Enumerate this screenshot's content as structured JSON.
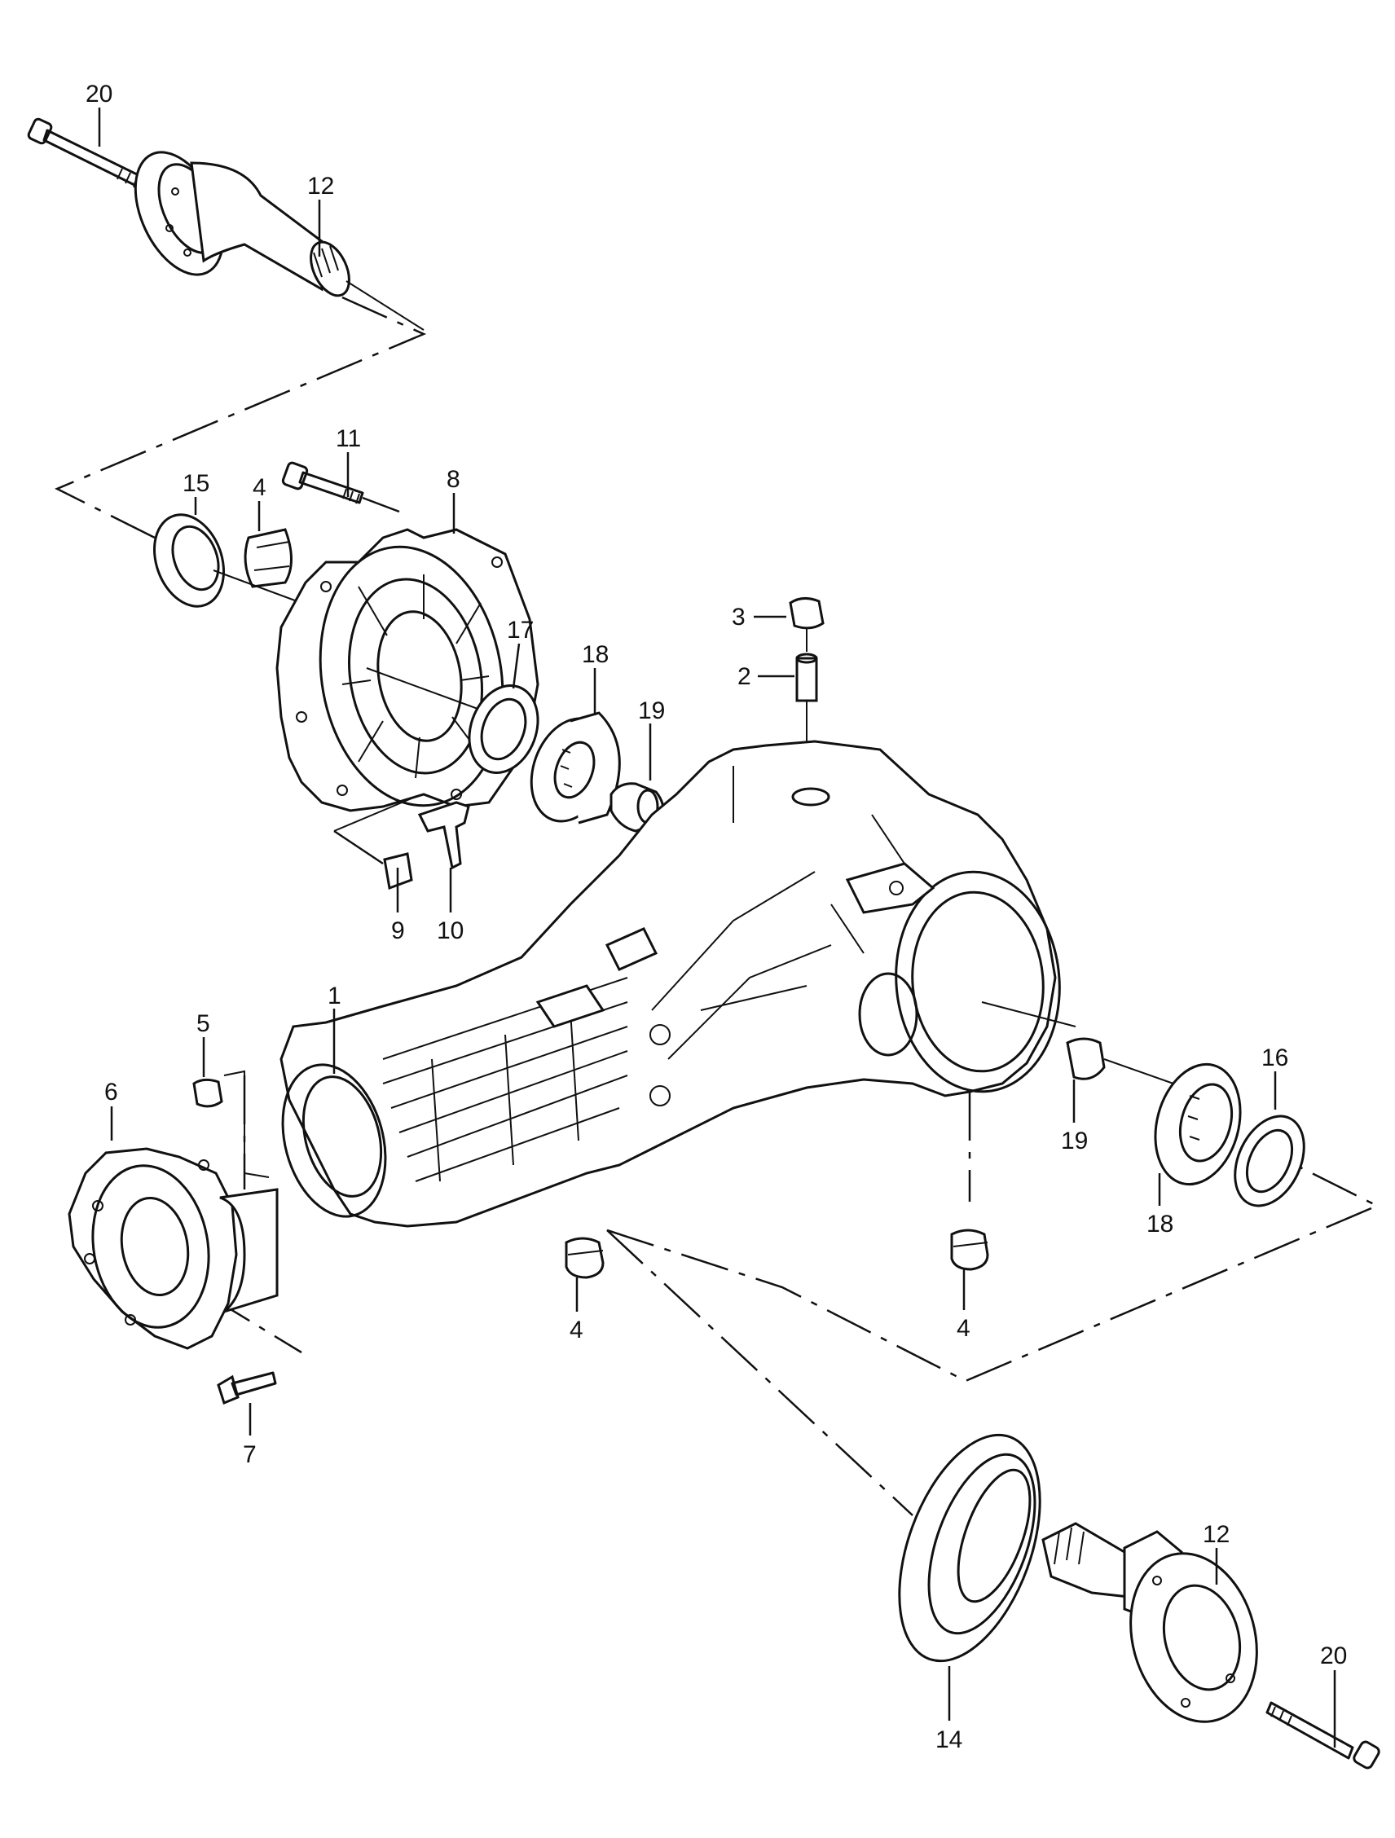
{
  "labels": [
    {
      "text": "20",
      "id": "20a"
    },
    {
      "text": "12",
      "id": "12a"
    },
    {
      "text": "11",
      "id": "11"
    },
    {
      "text": "8",
      "id": "8"
    },
    {
      "text": "15",
      "id": "15"
    },
    {
      "text": "4",
      "id": "4a"
    },
    {
      "text": "3",
      "id": "3"
    },
    {
      "text": "2",
      "id": "2"
    },
    {
      "text": "17",
      "id": "17"
    },
    {
      "text": "18",
      "id": "18a"
    },
    {
      "text": "19",
      "id": "19a"
    },
    {
      "text": "9",
      "id": "9"
    },
    {
      "text": "10",
      "id": "10"
    },
    {
      "text": "5",
      "id": "5"
    },
    {
      "text": "1",
      "id": "1"
    },
    {
      "text": "6",
      "id": "6"
    },
    {
      "text": "16",
      "id": "16"
    },
    {
      "text": "19",
      "id": "19b"
    },
    {
      "text": "18",
      "id": "18b"
    },
    {
      "text": "4",
      "id": "4b"
    },
    {
      "text": "4",
      "id": "4c"
    },
    {
      "text": "7",
      "id": "7"
    },
    {
      "text": "12",
      "id": "12b"
    },
    {
      "text": "20",
      "id": "20b"
    },
    {
      "text": "14",
      "id": "14"
    }
  ]
}
